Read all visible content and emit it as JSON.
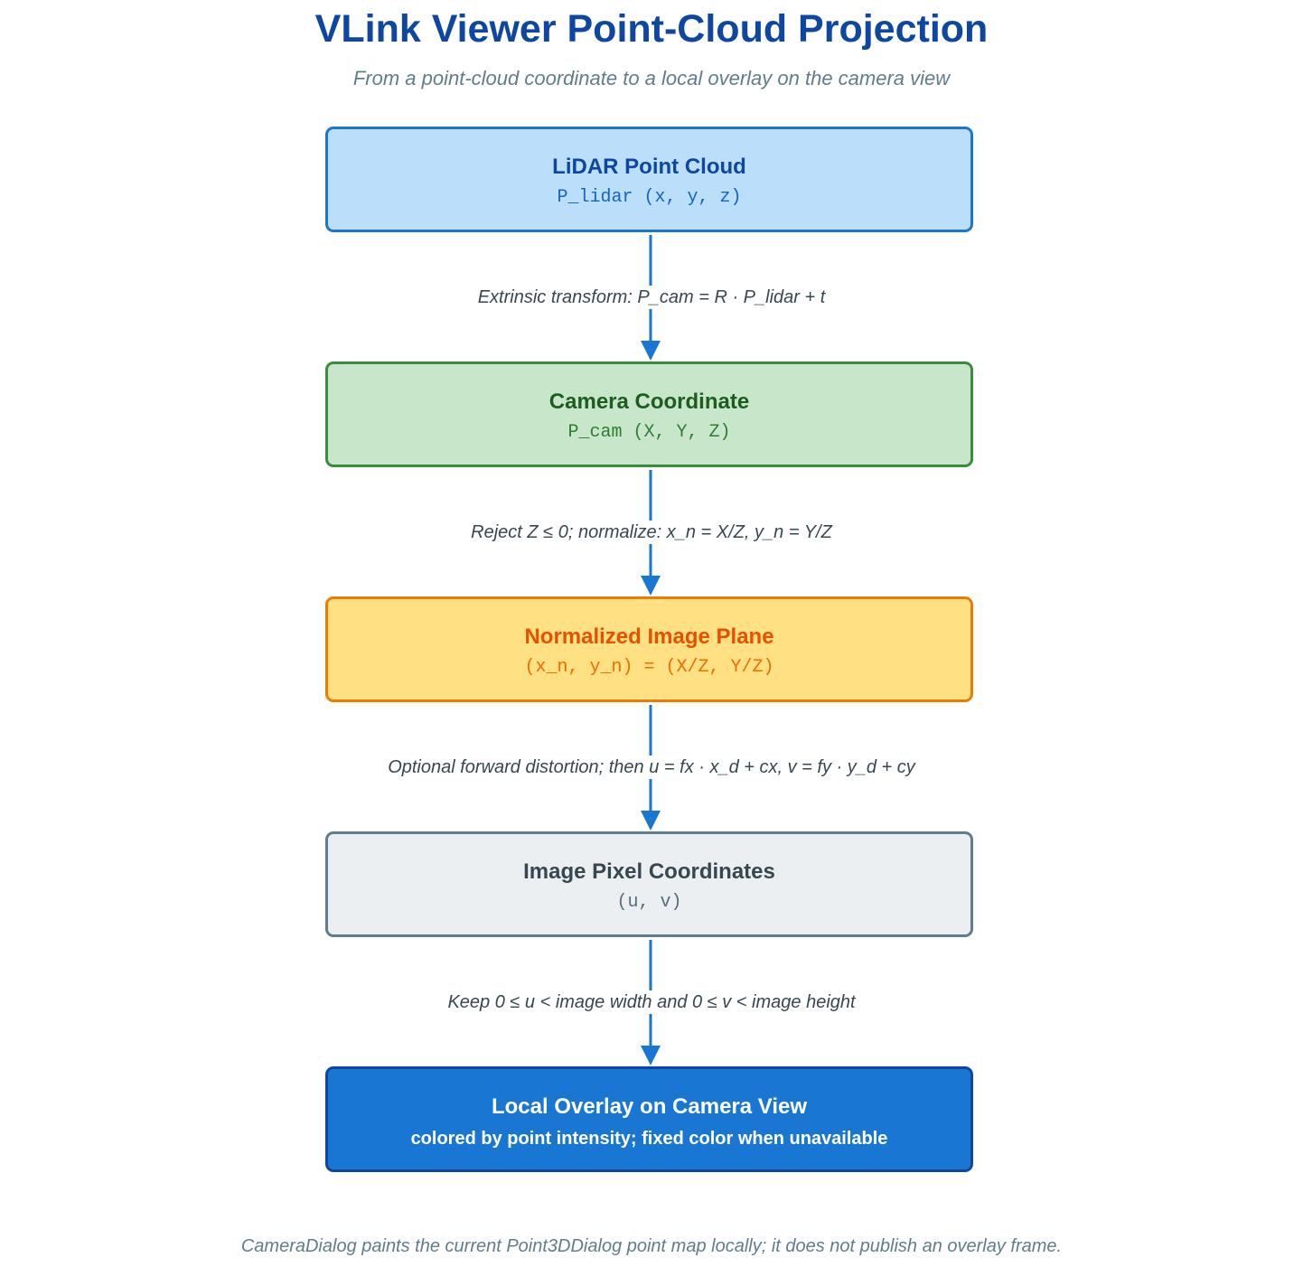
{
  "header": {
    "title": "VLink Viewer Point-Cloud Projection",
    "subtitle": "From a point-cloud coordinate to a local overlay on the camera view"
  },
  "nodes": [
    {
      "title": "LiDAR Point Cloud",
      "subtitle": "P_lidar (x, y, z)"
    },
    {
      "title": "Camera Coordinate",
      "subtitle": "P_cam (X, Y, Z)"
    },
    {
      "title": "Normalized Image Plane",
      "subtitle": "(x_n, y_n) = (X/Z, Y/Z)"
    },
    {
      "title": "Image Pixel Coordinates",
      "subtitle": "(u, v)"
    },
    {
      "title": "Local Overlay on Camera View",
      "subtitle": "colored by point intensity; fixed color when unavailable"
    }
  ],
  "edges": [
    {
      "label": "Extrinsic transform: P_cam = R · P_lidar + t"
    },
    {
      "label": "Reject Z ≤ 0; normalize: x_n = X/Z, y_n = Y/Z"
    },
    {
      "label": "Optional forward distortion; then u = fx · x_d + cx, v = fy · y_d + cy"
    },
    {
      "label": "Keep 0 ≤ u < image width and 0 ≤ v < image height"
    }
  ],
  "footer": {
    "note": "CameraDialog paints the current Point3DDialog point map locally; it does not publish an overlay frame."
  },
  "colors": {
    "arrow": "#1976d2",
    "title": "#0d47a1",
    "muted": "#607d8b"
  }
}
